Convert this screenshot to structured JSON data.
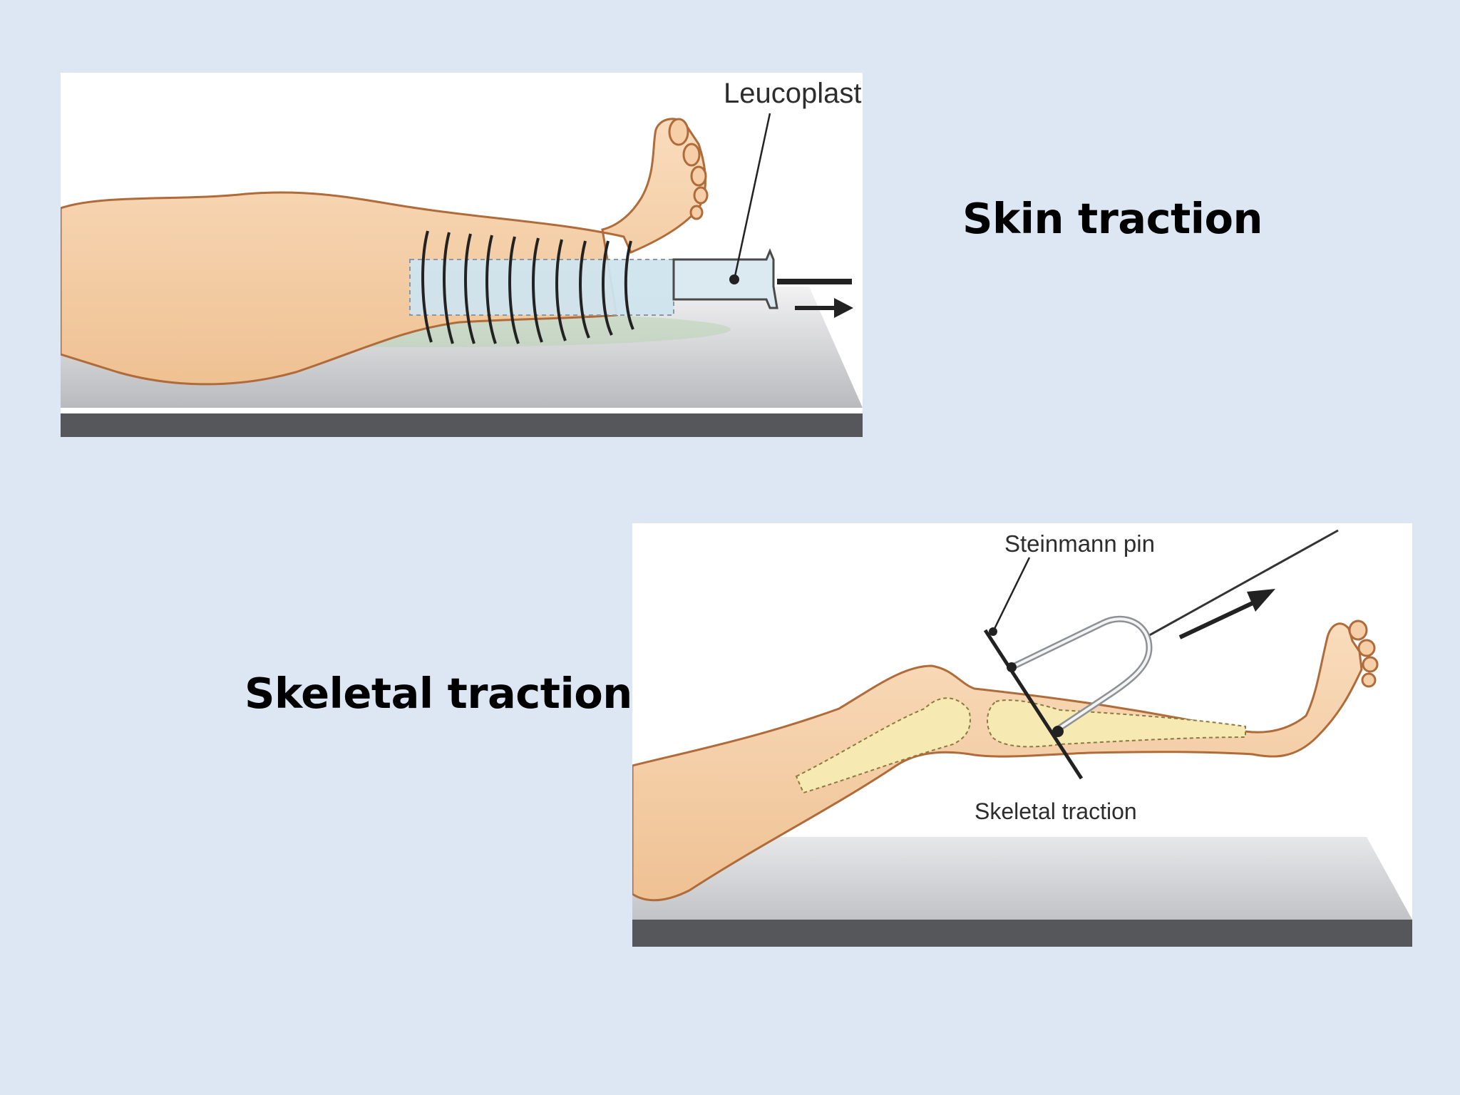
{
  "slide": {
    "skin_caption": "Skin traction",
    "skeletal_caption": "Skeletal traction"
  },
  "skin_figure": {
    "label_leucoplast": "Leucoplast"
  },
  "skeletal_figure": {
    "label_steinmann": "Steinmann pin",
    "label_skeletal": "Skeletal traction"
  },
  "colors": {
    "background": "#dde6f3",
    "skin": "#f6cfa8",
    "skin_outline": "#b06b3a",
    "bandage": "#cfe4ee",
    "bone": "#f6eab2",
    "bed_top": "#c9cacc",
    "bed_edge": "#55565a"
  }
}
